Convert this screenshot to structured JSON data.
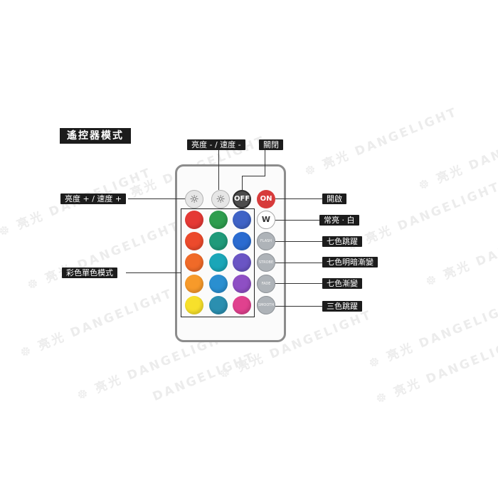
{
  "title": "遙控器模式",
  "labels": {
    "brightness_down": "亮度 - / 速度 -",
    "off": "關閉",
    "brightness_up": "亮度 + / 速度 +",
    "on": "開啟",
    "white": "常亮 · 白",
    "flash": "七色跳躍",
    "strobe": "七色明暗漸變",
    "fade": "七色漸變",
    "smooth": "三色跳躍",
    "color_mode": "彩色單色模式"
  },
  "buttons": {
    "off": "OFF",
    "on": "ON",
    "w": "W",
    "flash": "FLASH",
    "strobe": "STROBE",
    "fade": "FADE",
    "smooth": "SMOOTH",
    "bright_up_icon": "☼",
    "bright_down_icon": "☼"
  },
  "watermark": {
    "text_1": "☸ 亮光 DANGELIGHT",
    "text_2": "DANGELIGHT",
    "text_3": "亮光"
  },
  "colors": {
    "grid": [
      [
        "#e53935",
        "#2e9d4e",
        "#3f63c6"
      ],
      [
        "#ec4a2c",
        "#1f9a7a",
        "#2a6bd0"
      ],
      [
        "#f06a28",
        "#1aa6b8",
        "#6a55c4"
      ],
      [
        "#f79a2a",
        "#2a8fd0",
        "#8e4fc4"
      ],
      [
        "#f7e02b",
        "#2b8fb0",
        "#e0418e"
      ]
    ]
  }
}
